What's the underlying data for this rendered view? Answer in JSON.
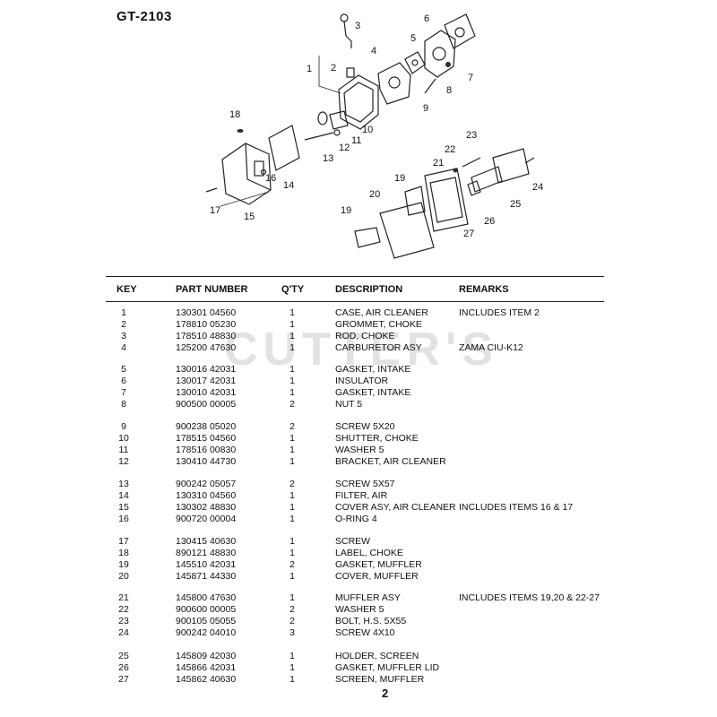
{
  "document": {
    "title": "GT-2103",
    "watermark": "CUTTER'S",
    "page_number": "2"
  },
  "diagram": {
    "callouts": [
      "1",
      "2",
      "3",
      "4",
      "5",
      "6",
      "7",
      "8",
      "9",
      "10",
      "11",
      "12",
      "13",
      "14",
      "15",
      "16",
      "17",
      "18",
      "19",
      "19",
      "20",
      "21",
      "22",
      "23",
      "24",
      "25",
      "26",
      "27"
    ]
  },
  "table": {
    "headers": {
      "key": "KEY",
      "part_number": "PART NUMBER",
      "qty": "Q'TY",
      "description": "DESCRIPTION",
      "remarks": "REMARKS"
    },
    "rows": [
      {
        "key": "1",
        "part": "130301 04560",
        "qty": "1",
        "desc": "CASE, AIR CLEANER",
        "rem": "INCLUDES ITEM 2"
      },
      {
        "key": "2",
        "part": "178810 05230",
        "qty": "1",
        "desc": "GROMMET, CHOKE",
        "rem": ""
      },
      {
        "key": "3",
        "part": "178510 48830",
        "qty": "1",
        "desc": "ROD, CHOKE",
        "rem": ""
      },
      {
        "key": "4",
        "part": "125200 47630",
        "qty": "1",
        "desc": "CARBURETOR ASY",
        "rem": "ZAMA CIU-K12"
      },
      {
        "key": "5",
        "part": "130016 42031",
        "qty": "1",
        "desc": "GASKET, INTAKE",
        "rem": ""
      },
      {
        "key": "6",
        "part": "130017 42031",
        "qty": "1",
        "desc": "INSULATOR",
        "rem": ""
      },
      {
        "key": "7",
        "part": "130010 42031",
        "qty": "1",
        "desc": "GASKET, INTAKE",
        "rem": ""
      },
      {
        "key": "8",
        "part": "900500 00005",
        "qty": "2",
        "desc": "NUT 5",
        "rem": ""
      },
      {
        "key": "9",
        "part": "900238 05020",
        "qty": "2",
        "desc": "SCREW 5X20",
        "rem": ""
      },
      {
        "key": "10",
        "part": "178515 04560",
        "qty": "1",
        "desc": "SHUTTER, CHOKE",
        "rem": ""
      },
      {
        "key": "11",
        "part": "178516 00830",
        "qty": "1",
        "desc": "WASHER 5",
        "rem": ""
      },
      {
        "key": "12",
        "part": "130410 44730",
        "qty": "1",
        "desc": "BRACKET, AIR CLEANER",
        "rem": ""
      },
      {
        "key": "13",
        "part": "900242 05057",
        "qty": "2",
        "desc": "SCREW 5X57",
        "rem": ""
      },
      {
        "key": "14",
        "part": "130310 04560",
        "qty": "1",
        "desc": "FILTER, AIR",
        "rem": ""
      },
      {
        "key": "15",
        "part": "130302 48830",
        "qty": "1",
        "desc": "COVER ASY, AIR CLEANER",
        "rem": "INCLUDES ITEMS 16 & 17"
      },
      {
        "key": "16",
        "part": "900720 00004",
        "qty": "1",
        "desc": "O-RING 4",
        "rem": ""
      },
      {
        "key": "17",
        "part": "130415 40630",
        "qty": "1",
        "desc": "SCREW",
        "rem": ""
      },
      {
        "key": "18",
        "part": "890121 48830",
        "qty": "1",
        "desc": "LABEL, CHOKE",
        "rem": ""
      },
      {
        "key": "19",
        "part": "145510 42031",
        "qty": "2",
        "desc": "GASKET, MUFFLER",
        "rem": ""
      },
      {
        "key": "20",
        "part": "145871 44330",
        "qty": "1",
        "desc": "COVER, MUFFLER",
        "rem": ""
      },
      {
        "key": "21",
        "part": "145800 47630",
        "qty": "1",
        "desc": "MUFFLER ASY",
        "rem": "INCLUDES ITEMS 19,20 & 22-27"
      },
      {
        "key": "22",
        "part": "900600 00005",
        "qty": "2",
        "desc": "WASHER 5",
        "rem": ""
      },
      {
        "key": "23",
        "part": "900105 05055",
        "qty": "2",
        "desc": "BOLT, H.S. 5X55",
        "rem": ""
      },
      {
        "key": "24",
        "part": "900242 04010",
        "qty": "3",
        "desc": "SCREW 4X10",
        "rem": ""
      },
      {
        "key": "25",
        "part": "145809 42030",
        "qty": "1",
        "desc": "HOLDER, SCREEN",
        "rem": ""
      },
      {
        "key": "26",
        "part": "145866 42031",
        "qty": "1",
        "desc": "GASKET, MUFFLER LID",
        "rem": ""
      },
      {
        "key": "27",
        "part": "145862 40630",
        "qty": "1",
        "desc": "SCREEN, MUFFLER",
        "rem": ""
      }
    ]
  }
}
